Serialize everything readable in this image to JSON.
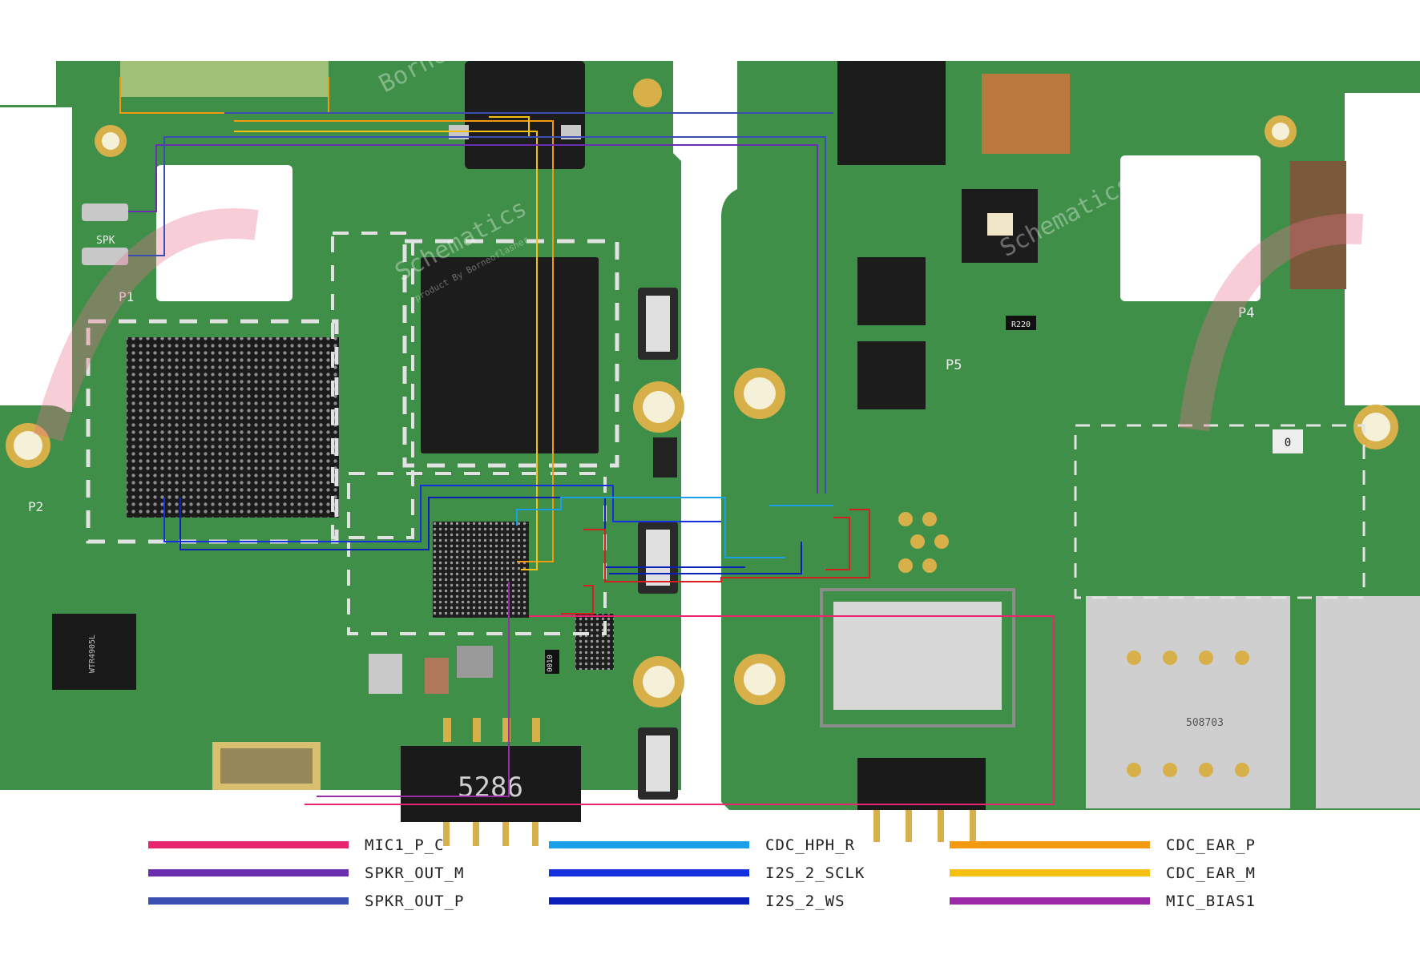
{
  "watermark": {
    "brand_line1": "Borneo",
    "brand_line2": "Schematics",
    "tagline": "product By Borneoflasher"
  },
  "board_labels": {
    "p1": "P1",
    "p2": "P2",
    "p4": "P4",
    "p5": "P5",
    "spk": "SPK",
    "pmic_marking": "WTR4905L",
    "chip_code": "0010",
    "res_r220": "R220",
    "res_0": "0",
    "sim_code": "508703",
    "battery_code": "5286"
  },
  "colors": {
    "MIC1_P_C": "#e8266f",
    "SPKR_OUT_M": "#6a2fb0",
    "SPKR_OUT_P": "#3b4fb0",
    "CDC_HPH_R": "#1aa0e8",
    "I2S_2_SCLK": "#1530e0",
    "I2S_2_WS": "#0a20b8",
    "CDC_EAR_P": "#f59a10",
    "CDC_EAR_M": "#f5c010",
    "MIC_BIAS1": "#9a2aa8",
    "pcb_green": "#3f8f48",
    "pcb_dark": "#2d6e35",
    "silkscreen": "#e8e8e8",
    "gold": "#d8b04a",
    "red_trace": "#d42020"
  },
  "legend": [
    {
      "label": "MIC1_P_C",
      "color": "#e8266f"
    },
    {
      "label": "SPKR_OUT_M",
      "color": "#6a2fb0"
    },
    {
      "label": "SPKR_OUT_P",
      "color": "#3b4fb0"
    },
    {
      "label": "CDC_HPH_R",
      "color": "#1aa0e8"
    },
    {
      "label": "I2S_2_SCLK",
      "color": "#1530e0"
    },
    {
      "label": "I2S_2_WS",
      "color": "#0a20b8"
    },
    {
      "label": "CDC_EAR_P",
      "color": "#f59a10"
    },
    {
      "label": "CDC_EAR_M",
      "color": "#f5c010"
    },
    {
      "label": "MIC_BIAS1",
      "color": "#9a2aa8"
    }
  ]
}
